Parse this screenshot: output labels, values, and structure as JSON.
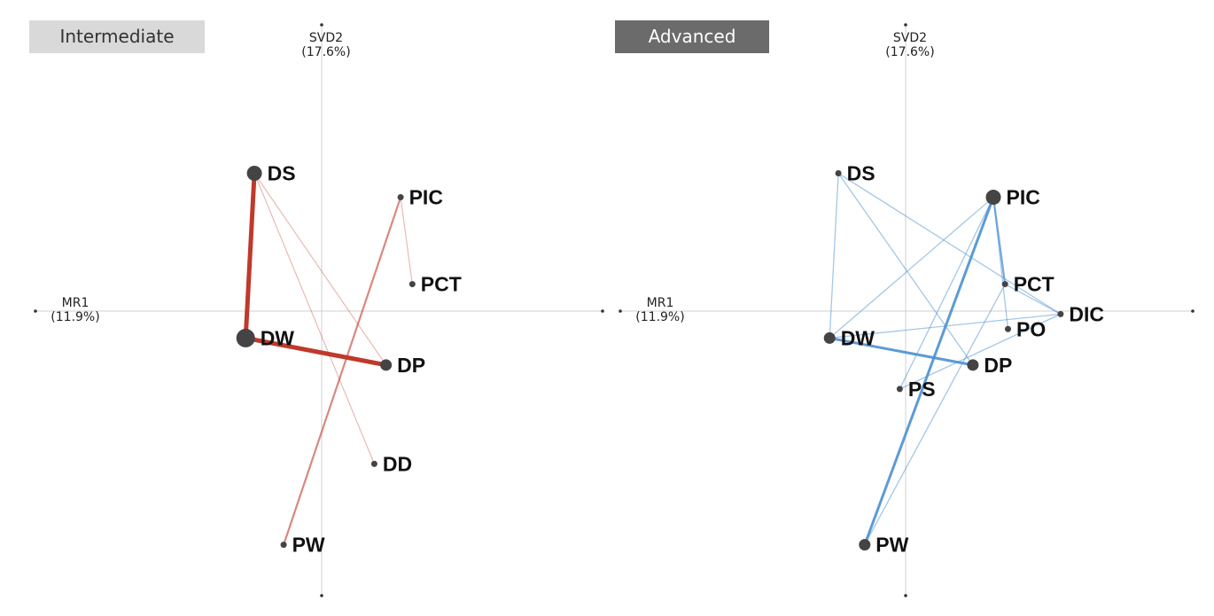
{
  "panels": [
    {
      "tag": "Intermediate",
      "y_axis_label": [
        "SVD2",
        "(17.6%)"
      ],
      "x_axis_label": [
        "MR1",
        "(11.9%)"
      ],
      "edge_color": "#c0392b",
      "nodes": [
        {
          "id": "DS",
          "x": -2.3,
          "y": 4.6,
          "size": 3
        },
        {
          "id": "PIC",
          "x": 2.7,
          "y": 3.8,
          "size": 1
        },
        {
          "id": "PCT",
          "x": 3.1,
          "y": 0.9,
          "size": 1
        },
        {
          "id": "DW",
          "x": -2.6,
          "y": -0.9,
          "size": 4
        },
        {
          "id": "DP",
          "x": 2.2,
          "y": -1.8,
          "size": 2
        },
        {
          "id": "DD",
          "x": 1.8,
          "y": -5.1,
          "size": 1
        },
        {
          "id": "PW",
          "x": -1.3,
          "y": -7.8,
          "size": 1
        }
      ],
      "edges": [
        {
          "from": "DS",
          "to": "DW",
          "weight": 5,
          "opacity": 1.0
        },
        {
          "from": "DW",
          "to": "DP",
          "weight": 5,
          "opacity": 1.0
        },
        {
          "from": "DS",
          "to": "DP",
          "weight": 1.2,
          "opacity": 0.35
        },
        {
          "from": "DS",
          "to": "DD",
          "weight": 1.2,
          "opacity": 0.35
        },
        {
          "from": "PIC",
          "to": "PW",
          "weight": 2.2,
          "opacity": 0.6
        },
        {
          "from": "PIC",
          "to": "PCT",
          "weight": 1.2,
          "opacity": 0.35
        }
      ]
    },
    {
      "tag": "Advanced",
      "y_axis_label": [
        "SVD2",
        "(17.6%)"
      ],
      "x_axis_label": [
        "MR1",
        "(11.9%)"
      ],
      "edge_color": "#4a90d2",
      "nodes": [
        {
          "id": "DS",
          "x": -2.3,
          "y": 4.6,
          "size": 1
        },
        {
          "id": "PIC",
          "x": 3.0,
          "y": 3.8,
          "size": 3
        },
        {
          "id": "PCT",
          "x": 3.4,
          "y": 0.9,
          "size": 1
        },
        {
          "id": "DIC",
          "x": 5.3,
          "y": -0.1,
          "size": 1
        },
        {
          "id": "PO",
          "x": 3.5,
          "y": -0.6,
          "size": 1
        },
        {
          "id": "DW",
          "x": -2.6,
          "y": -0.9,
          "size": 2
        },
        {
          "id": "DP",
          "x": 2.3,
          "y": -1.8,
          "size": 2
        },
        {
          "id": "PS",
          "x": -0.2,
          "y": -2.6,
          "size": 1
        },
        {
          "id": "PW",
          "x": -1.4,
          "y": -7.8,
          "size": 2
        }
      ],
      "edges": [
        {
          "from": "DS",
          "to": "DW",
          "weight": 1.3,
          "opacity": 0.5
        },
        {
          "from": "DS",
          "to": "DP",
          "weight": 1.3,
          "opacity": 0.5
        },
        {
          "from": "DS",
          "to": "DIC",
          "weight": 1.3,
          "opacity": 0.5
        },
        {
          "from": "DW",
          "to": "PIC",
          "weight": 1.3,
          "opacity": 0.5
        },
        {
          "from": "DW",
          "to": "DP",
          "weight": 3,
          "opacity": 0.9
        },
        {
          "from": "DW",
          "to": "DIC",
          "weight": 1.3,
          "opacity": 0.5
        },
        {
          "from": "PIC",
          "to": "PW",
          "weight": 3,
          "opacity": 0.9
        },
        {
          "from": "PIC",
          "to": "PCT",
          "weight": 2.2,
          "opacity": 0.75
        },
        {
          "from": "PIC",
          "to": "PO",
          "weight": 1.3,
          "opacity": 0.5
        },
        {
          "from": "PIC",
          "to": "PS",
          "weight": 1.3,
          "opacity": 0.5
        },
        {
          "from": "PCT",
          "to": "DIC",
          "weight": 1.3,
          "opacity": 0.5
        },
        {
          "from": "PCT",
          "to": "PW",
          "weight": 1.3,
          "opacity": 0.5
        },
        {
          "from": "DIC",
          "to": "PS",
          "weight": 1.3,
          "opacity": 0.5
        }
      ]
    }
  ],
  "colors": {
    "axis": "#d0d0d0",
    "node": "#444444"
  }
}
